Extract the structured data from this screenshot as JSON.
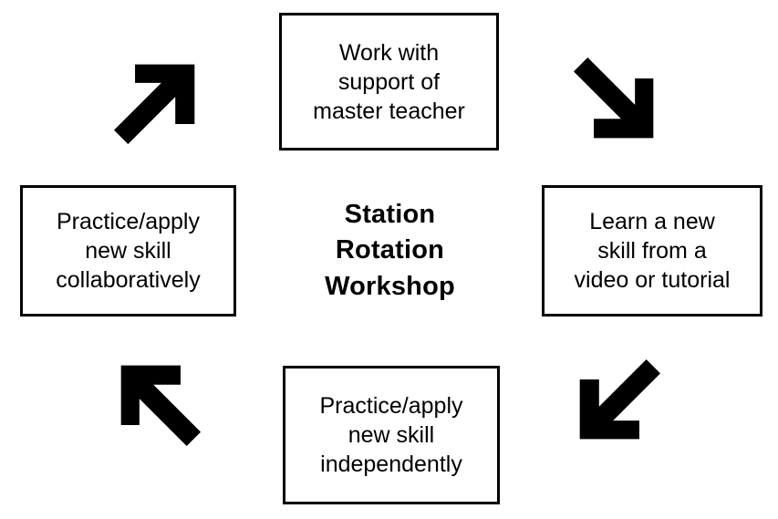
{
  "diagram": {
    "title": "Station Rotation Workshop",
    "center": {
      "label": "Station\nRotation\nWorkshop"
    },
    "stroke_color": "#000000",
    "fill_color": "#ffffff",
    "background_color": "#ffffff",
    "nodes": [
      {
        "id": "top",
        "position": "top",
        "label": "Work with\nsupport of\nmaster teacher"
      },
      {
        "id": "right",
        "position": "right",
        "label": "Learn a new\nskill from a\nvideo or tutorial"
      },
      {
        "id": "bottom",
        "position": "bottom",
        "label": "Practice/apply\nnew skill\nindependently"
      },
      {
        "id": "left",
        "position": "left",
        "label": "Practice/apply\nnew skill\ncollaboratively"
      }
    ],
    "arrows": [
      {
        "id": "top-left",
        "icon": "arrow-up-right-icon",
        "direction": "up-right"
      },
      {
        "id": "top-right",
        "icon": "arrow-down-right-icon",
        "direction": "down-right"
      },
      {
        "id": "bottom-right",
        "icon": "arrow-down-left-icon",
        "direction": "down-left"
      },
      {
        "id": "bottom-left",
        "icon": "arrow-up-left-icon",
        "direction": "up-left"
      }
    ]
  }
}
